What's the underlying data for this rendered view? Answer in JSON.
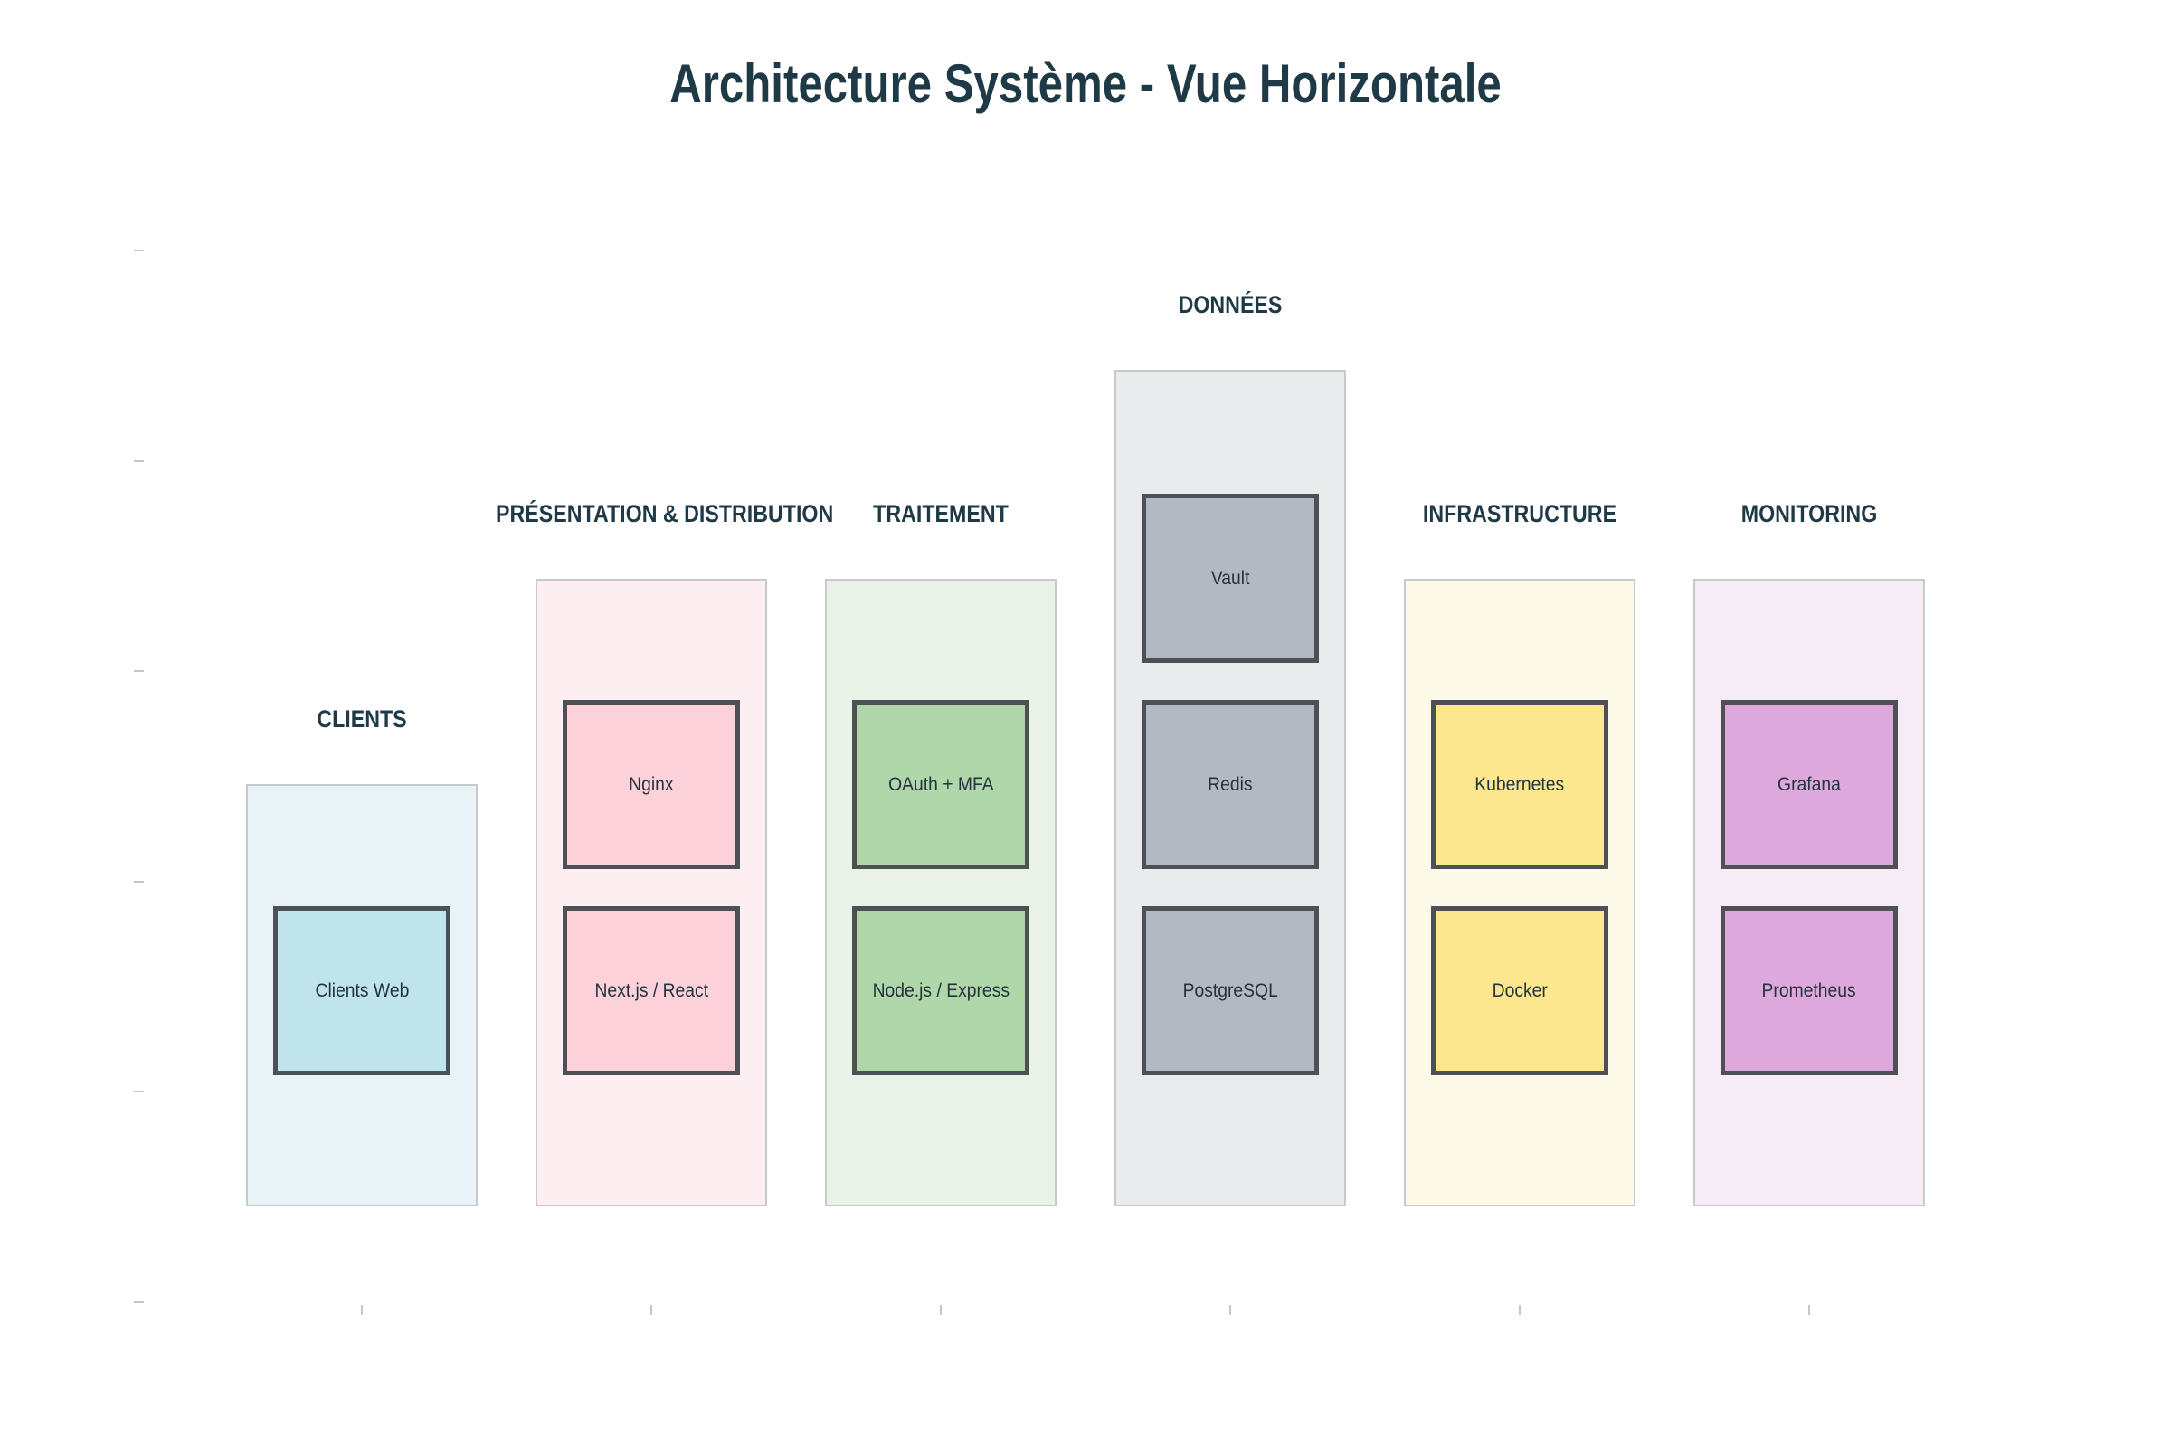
{
  "title": "Architecture Système - Vue Horizontale",
  "colors": {
    "title_text": "#1e3a46",
    "section_label_text": "#1e3a46",
    "node_text": "#24333c",
    "node_border": "#4d5156",
    "column_border": "#c8c9ca",
    "axis_tick": "#c6c6c6",
    "background": "#ffffff"
  },
  "diagram": {
    "columns": [
      {
        "id": "clients",
        "label": "CLIENTS",
        "column_bg": "#e7f3f7",
        "node_bg": "#bfe4eb",
        "boxes": [
          "Clients Web"
        ]
      },
      {
        "id": "presentation-distribution",
        "label": "PRÉSENTATION & DISTRIBUTION",
        "column_bg": "#fdeef2",
        "node_bg": "#fcd1d9",
        "boxes": [
          "Nginx",
          "Next.js / React"
        ]
      },
      {
        "id": "traitement",
        "label": "TRAITEMENT",
        "column_bg": "#e9f2e7",
        "node_bg": "#b0d7aa",
        "boxes": [
          "OAuth + MFA",
          "Node.js / Express"
        ]
      },
      {
        "id": "donnees",
        "label": "DONNÉES",
        "column_bg": "#eaebed",
        "node_bg": "#b3b9c2",
        "boxes": [
          "Vault",
          "Redis",
          "PostgreSQL"
        ]
      },
      {
        "id": "infrastructure",
        "label": "INFRASTRUCTURE",
        "column_bg": "#fdf9e8",
        "node_bg": "#fce78f",
        "boxes": [
          "Kubernetes",
          "Docker"
        ]
      },
      {
        "id": "monitoring",
        "label": "MONITORING",
        "column_bg": "#f5ecf6",
        "node_bg": "#dda9dc",
        "boxes": [
          "Grafana",
          "Prometheus"
        ]
      }
    ]
  }
}
